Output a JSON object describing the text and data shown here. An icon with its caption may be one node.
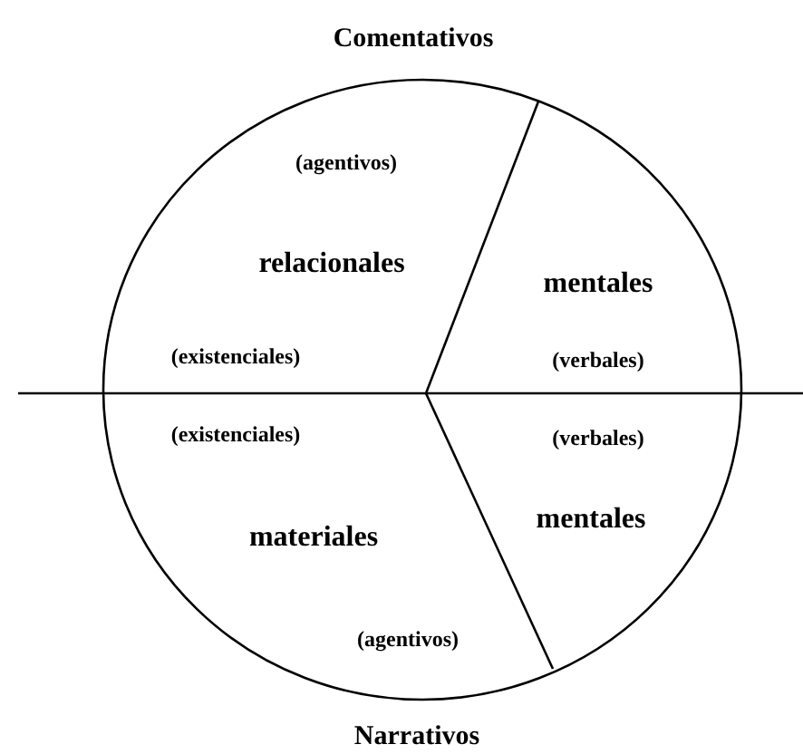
{
  "diagram": {
    "labels": [
      "Comentativos",
      "(agentivos)",
      "relacionales",
      "mentales",
      "(existenciales)",
      "(verbales)",
      "(existenciales)",
      "(verbales)",
      "materiales",
      "mentales",
      "(agentivos)",
      "Narrativos"
    ]
  }
}
